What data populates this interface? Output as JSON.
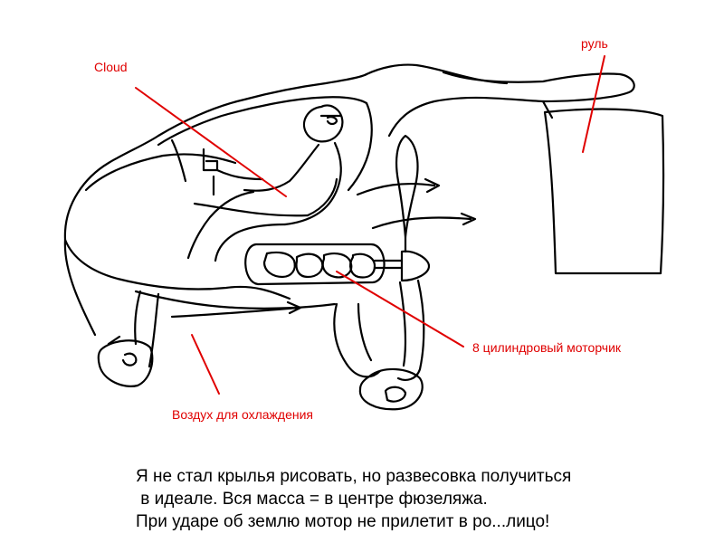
{
  "labels": {
    "cloud": "Cloud",
    "rudder": "руль",
    "engine": "8 цилиндровый моторчик",
    "cooling_air": "Воздух для охлаждения"
  },
  "caption_lines": [
    "Я не стал крылья рисовать, но развесовка получиться",
    " в идеале. Вся масса = в центре фюзеляжа.",
    "При ударе об землю мотор не прилетит в ро...лицо!"
  ],
  "colors": {
    "ink": "#000000",
    "annotation": "#e00000",
    "background": "#ffffff"
  }
}
